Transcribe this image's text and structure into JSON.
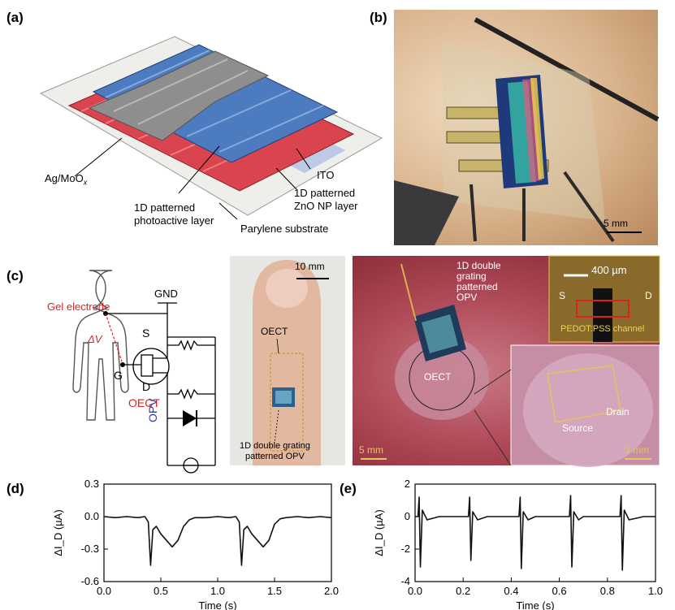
{
  "panels": {
    "a": "(a)",
    "b": "(b)",
    "c": "(c)",
    "d": "(d)",
    "e": "(e)"
  },
  "panel_a": {
    "labels": {
      "ag": "Ag/MoO",
      "ag_sub": "x",
      "photo1": "1D patterned",
      "photo2": "photoactive layer",
      "ito": "ITO",
      "zno1": "1D patterned",
      "zno2": "ZnO NP layer",
      "parylene": "Parylene substrate"
    }
  },
  "panel_b": {
    "scale": "5 mm"
  },
  "panel_c": {
    "circuit": {
      "gnd": "GND",
      "gel": "Gel electrode",
      "dv": "ΔV",
      "s": "S",
      "g": "G",
      "d": "D",
      "oect": "OECT",
      "opv": "OPV"
    },
    "finger": {
      "scale": "10 mm",
      "oect": "OECT",
      "opv1": "1D double grating",
      "opv2": "patterned OPV"
    },
    "heart": {
      "opv1": "1D double",
      "opv2": "grating",
      "opv3": "patterned",
      "opv4": "OPV",
      "oect": "OECT",
      "scale_left": "5 mm",
      "source": "Source",
      "drain": "Drain",
      "scale_right": "3 mm"
    },
    "inset": {
      "scale": "400 µm",
      "s": "S",
      "d": "D",
      "channel": "PEDOT:PSS channel"
    }
  },
  "chart_data": [
    {
      "type": "line",
      "panel": "d",
      "xlabel": "Time (s)",
      "ylabel": "ΔI_D (µA)",
      "xlim": [
        0.0,
        2.0
      ],
      "ylim": [
        -0.6,
        0.3
      ],
      "xticks": [
        "0.0",
        "0.5",
        "1.0",
        "1.5",
        "2.0"
      ],
      "yticks": [
        "0.3",
        "0.0",
        "-0.3",
        "-0.6"
      ],
      "x": [
        0.0,
        0.1,
        0.2,
        0.3,
        0.36,
        0.39,
        0.41,
        0.43,
        0.46,
        0.5,
        0.55,
        0.6,
        0.65,
        0.7,
        0.75,
        0.8,
        0.9,
        1.0,
        1.1,
        1.16,
        1.19,
        1.21,
        1.23,
        1.26,
        1.3,
        1.35,
        1.4,
        1.45,
        1.5,
        1.55,
        1.6,
        1.7,
        1.8,
        1.9,
        2.0
      ],
      "y": [
        0.0,
        -0.01,
        0.0,
        -0.01,
        0.0,
        -0.05,
        -0.45,
        -0.12,
        -0.09,
        -0.16,
        -0.22,
        -0.28,
        -0.22,
        -0.09,
        -0.03,
        -0.01,
        -0.01,
        0.0,
        -0.01,
        0.0,
        -0.05,
        -0.45,
        -0.12,
        -0.09,
        -0.16,
        -0.22,
        -0.28,
        -0.22,
        -0.07,
        -0.02,
        -0.01,
        0.0,
        -0.01,
        0.0,
        -0.01
      ]
    },
    {
      "type": "line",
      "panel": "e",
      "xlabel": "Time (s)",
      "ylabel": "ΔI_D (µA)",
      "xlim": [
        0.0,
        1.0
      ],
      "ylim": [
        -4,
        2
      ],
      "xticks": [
        "0.0",
        "0.2",
        "0.4",
        "0.6",
        "0.8",
        "1.0"
      ],
      "yticks": [
        "2",
        "0",
        "-2",
        "-4"
      ],
      "x": [
        0.0,
        0.012,
        0.017,
        0.022,
        0.03,
        0.05,
        0.1,
        0.2,
        0.222,
        0.227,
        0.232,
        0.24,
        0.26,
        0.3,
        0.4,
        0.432,
        0.437,
        0.442,
        0.45,
        0.47,
        0.5,
        0.6,
        0.642,
        0.647,
        0.652,
        0.66,
        0.68,
        0.7,
        0.8,
        0.852,
        0.857,
        0.862,
        0.87,
        0.89,
        0.95,
        1.0
      ],
      "y": [
        0.0,
        0.0,
        1.2,
        -3.1,
        0.4,
        -0.2,
        0.0,
        0.0,
        0.0,
        1.2,
        -2.7,
        0.3,
        -0.2,
        0.0,
        0.0,
        0.0,
        1.2,
        -3.2,
        0.3,
        -0.2,
        0.0,
        0.0,
        0.0,
        1.3,
        -3.1,
        0.3,
        -0.2,
        0.0,
        0.0,
        0.0,
        1.3,
        -3.3,
        0.4,
        -0.2,
        0.0,
        0.0
      ]
    }
  ]
}
